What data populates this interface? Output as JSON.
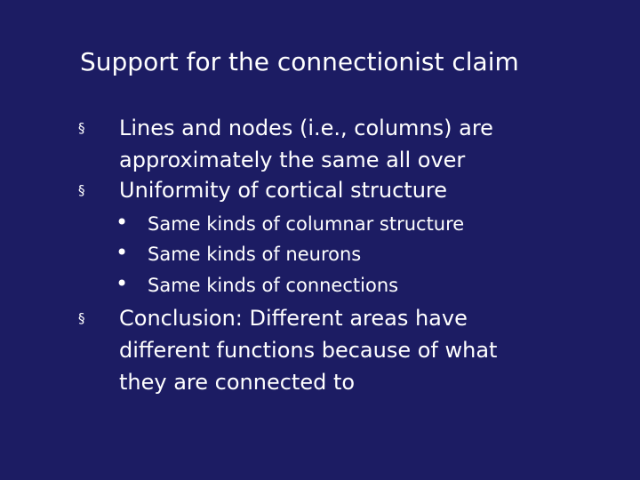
{
  "title": "Support for the connectionist claim",
  "bullet_marker": "§",
  "sub_marker": "•",
  "bullets": [
    {
      "lines": [
        "Lines and nodes (i.e., columns) are",
        "approximately the same all over"
      ]
    },
    {
      "lines": [
        "Uniformity of cortical structure"
      ],
      "subs": [
        "Same kinds of columnar structure",
        "Same kinds of neurons",
        "Same kinds of connections"
      ]
    },
    {
      "lines": [
        "Conclusion: Different areas have",
        "different functions because of what",
        "they are connected to"
      ]
    }
  ]
}
